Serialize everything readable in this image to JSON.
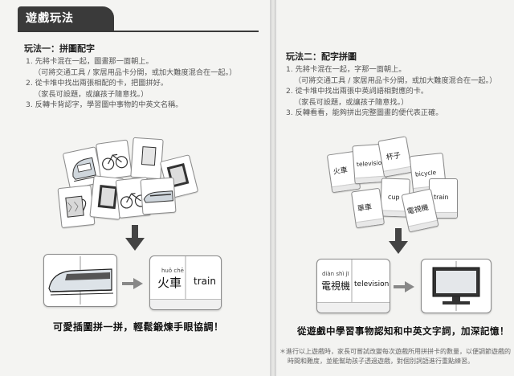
{
  "section": {
    "title": "遊戲玩法"
  },
  "method1": {
    "title": "玩法一：拼圖配字",
    "steps": [
      "1. 先將卡混在一起，圖畫那一面朝上。",
      "（可將交通工具 / 家居用品卡分開，或加大難度混合在一起。）",
      "2. 從卡堆中找出兩張相配的卡，把圖拼好。",
      "（家長可設題，或讓孩子隨意找。）",
      "3. 反轉卡背認字，學習圖中事物的中英文名稱。"
    ],
    "result_card": {
      "pinyin": "huǒ chē",
      "hanzi": "火車",
      "english": "train"
    },
    "caption": "可愛插圖拼一拼，輕鬆鍛煉手眼協調！"
  },
  "method2": {
    "title": "玩法二：配字拼圖",
    "steps": [
      "1. 先將卡混在一起，字那一面朝上。",
      "（可將交通工具 / 家居用品卡分開，或加大難度混合在一起。）",
      "2. 從卡堆中找出兩張中英詞語相對應的卡。",
      "（家長可設題，或讓孩子隨意找。）",
      "3. 反轉看看，能夠拼出完整圖畫的便代表正確。"
    ],
    "scattered_words": [
      "火車",
      "television",
      "杯子",
      "bicycle",
      "cup",
      "train",
      "單車",
      "電視機"
    ],
    "match_card": {
      "pinyin": "diàn shì jī",
      "hanzi": "電視機",
      "english": "television"
    },
    "caption": "從遊戲中學習事物認知和中英文字詞，加深記憶！"
  },
  "note": {
    "lines": [
      "＊進行以上遊戲時，家長可嘗試改變每次遊戲所用拼拼卡的數量，以便調節遊戲的",
      "時間和難度，並能幫助孩子透過遊戲，對個別詞語進行重點練習。"
    ]
  }
}
